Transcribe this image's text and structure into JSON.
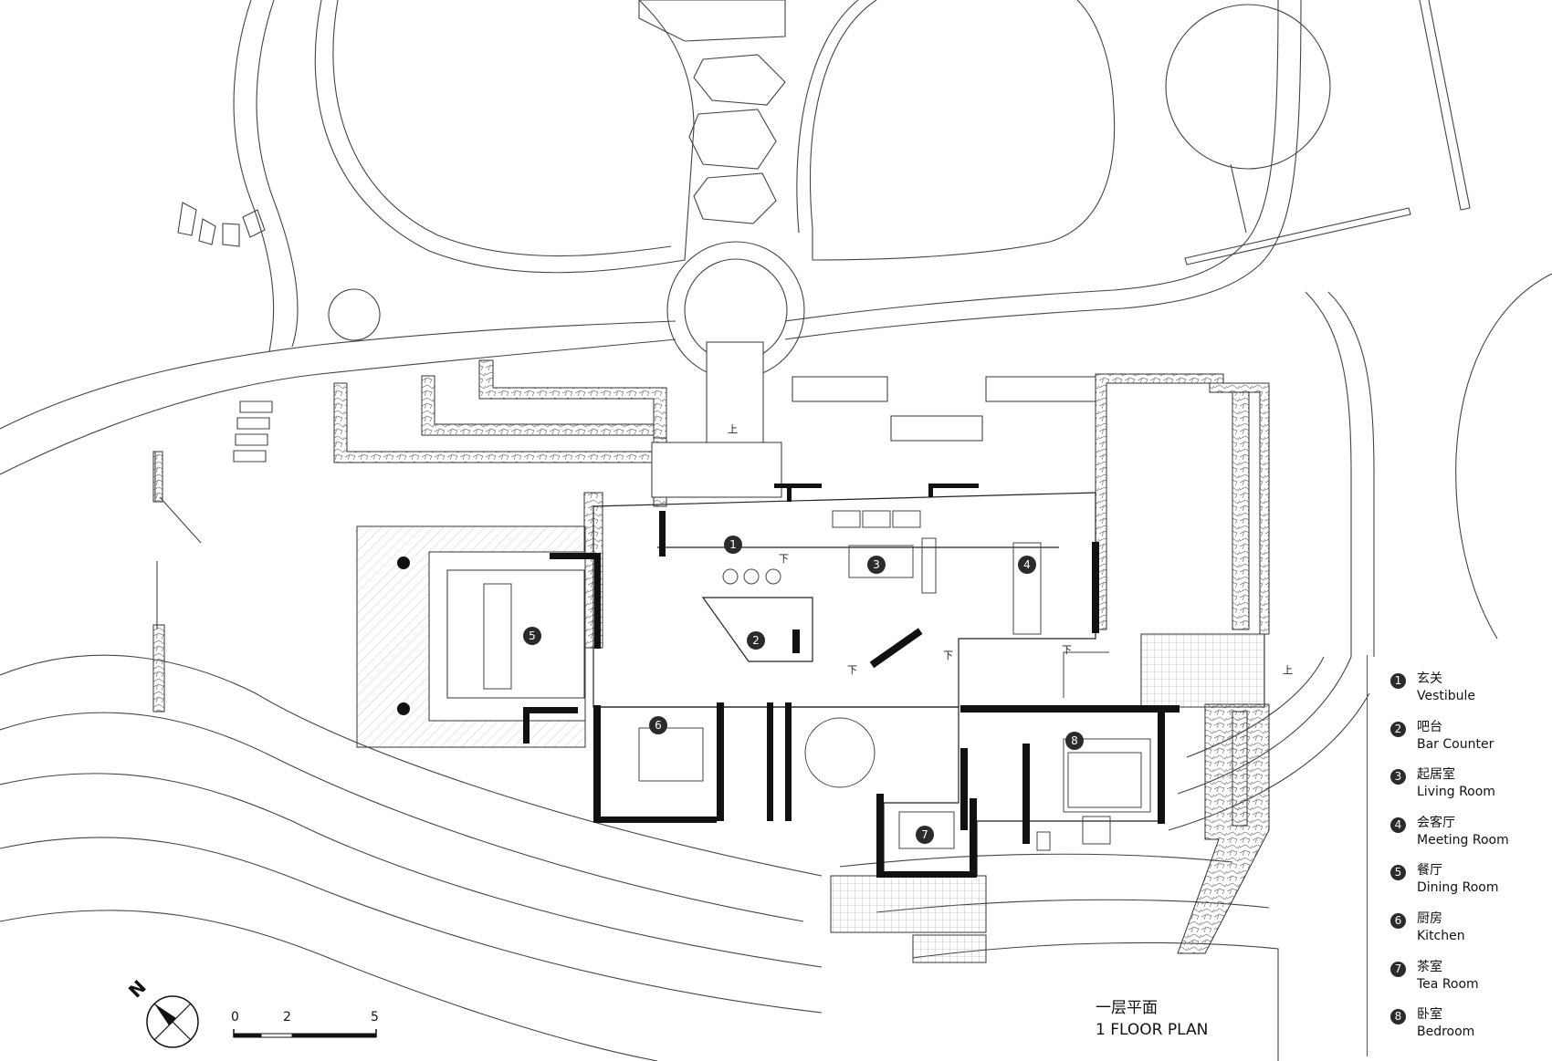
{
  "plan": {
    "title_zh": "一层平面",
    "title_en": "1 FLOOR PLAN",
    "north": "N",
    "scale_ticks": [
      "0",
      "2",
      "5"
    ],
    "up_marker": "上",
    "down_marker": "下",
    "room_markers": [
      "1",
      "2",
      "3",
      "4",
      "5",
      "6",
      "7",
      "8"
    ]
  },
  "legend": [
    {
      "num": "1",
      "zh": "玄关",
      "en": "Vestibule"
    },
    {
      "num": "2",
      "zh": "吧台",
      "en": "Bar Counter"
    },
    {
      "num": "3",
      "zh": "起居室",
      "en": "Living Room"
    },
    {
      "num": "4",
      "zh": "会客厅",
      "en": "Meeting Room"
    },
    {
      "num": "5",
      "zh": "餐厅",
      "en": "Dining Room"
    },
    {
      "num": "6",
      "zh": "厨房",
      "en": "Kitchen"
    },
    {
      "num": "7",
      "zh": "茶室",
      "en": "Tea Room"
    },
    {
      "num": "8",
      "zh": "卧室",
      "en": "Bedroom"
    }
  ]
}
